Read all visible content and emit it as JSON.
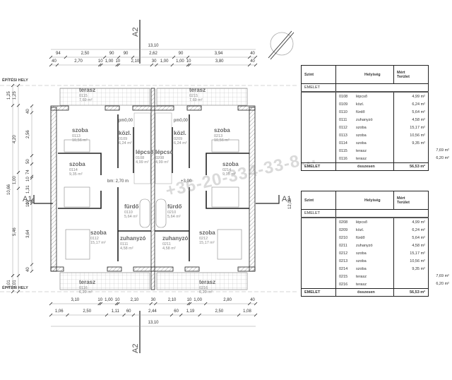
{
  "labels": {
    "building_line": "ÉPÍTÉSI HELY",
    "section_a2": "A2",
    "section_a1": "A1",
    "watermark": "+36-20-334-33-8...",
    "bm": "bm: 2,70 m",
    "pm0": "pm0,00",
    "plus3": "+3,00",
    "left_total_h": "10,66",
    "right_total_h": "12,03"
  },
  "dims": {
    "top_total": "13,10",
    "top_row1": [
      "94",
      "2,50",
      "90",
      "90",
      "2,62",
      "90",
      "3,94",
      "40"
    ],
    "top_row2": [
      "40",
      "2,70",
      "10",
      "1,00",
      "10",
      "2,10",
      "30",
      "1,00",
      "1,00",
      "10",
      "3,80",
      "40"
    ],
    "bottom_row1": [
      "3,10",
      "10",
      "1,00",
      "10",
      "2,10",
      "30",
      "2,10",
      "10",
      "1,00",
      "2,80",
      "40"
    ],
    "bottom_row2": [
      "1,06",
      "2,50",
      "1,11",
      "60",
      "2,44",
      "60",
      "1,19",
      "2,50",
      "1,08"
    ],
    "bottom_total": "13,10",
    "left_outer": [
      "1,25",
      "10,66",
      "1,01"
    ],
    "left_mid": [
      "1,25",
      "4,20",
      "1,00",
      "5,46",
      "1,01"
    ],
    "left_inner": [
      "40",
      "2,56",
      "50",
      "74",
      "10",
      "1,31",
      "10",
      "10",
      "3,64",
      "40"
    ]
  },
  "rooms": [
    {
      "name": "terasz",
      "code": "0115",
      "area": "7,69 m²"
    },
    {
      "name": "szoba",
      "code": "0113",
      "area": "10,56 m²"
    },
    {
      "name": "közl.",
      "code": "0109",
      "area": "6,24 m²"
    },
    {
      "name": "lépcső",
      "code": "0108",
      "area": "4,99 m²"
    },
    {
      "name": "szoba",
      "code": "0114",
      "area": "9,35 m²"
    },
    {
      "name": "fürdő",
      "code": "0110",
      "area": "5,64 m²"
    },
    {
      "name": "szoba",
      "code": "0112",
      "area": "15,17 m²"
    },
    {
      "name": "zuhanyzó",
      "code": "0111",
      "area": "4,58 m²"
    },
    {
      "name": "terasz",
      "code": "0116",
      "area": "6,20 m²"
    },
    {
      "name": "terasz",
      "code": "0215",
      "area": "7,69 m²"
    },
    {
      "name": "szoba",
      "code": "0213",
      "area": "10,56 m²"
    },
    {
      "name": "közl.",
      "code": "0209",
      "area": "6,24 m²"
    },
    {
      "name": "lépcső",
      "code": "0208",
      "area": "4,99 m²"
    },
    {
      "name": "szoba",
      "code": "0214",
      "area": "9,35 m²"
    },
    {
      "name": "fürdő",
      "code": "0210",
      "area": "5,64 m²"
    },
    {
      "name": "szoba",
      "code": "0212",
      "area": "15,17 m²"
    },
    {
      "name": "zuhanyzó",
      "code": "0211",
      "area": "4,58 m²"
    },
    {
      "name": "terasz",
      "code": "0216",
      "area": "6,20 m²"
    }
  ],
  "tables": [
    {
      "h_level": "Szint",
      "h_room": "Helyiség",
      "h_area1": "Mért",
      "h_area2": "Terület",
      "level": "EMELET",
      "rows": [
        {
          "code": "0108",
          "name": "lépcső",
          "area": "4,99 m²",
          "ext": ""
        },
        {
          "code": "0109",
          "name": "közl.",
          "area": "6,24 m²",
          "ext": ""
        },
        {
          "code": "0110",
          "name": "fürdő",
          "area": "5,64 m²",
          "ext": ""
        },
        {
          "code": "0111",
          "name": "zuhanyzó",
          "area": "4,58 m²",
          "ext": ""
        },
        {
          "code": "0112",
          "name": "szoba",
          "area": "15,17 m²",
          "ext": ""
        },
        {
          "code": "0113",
          "name": "szoba",
          "area": "10,56 m²",
          "ext": ""
        },
        {
          "code": "0114",
          "name": "szoba",
          "area": "9,35 m²",
          "ext": ""
        },
        {
          "code": "0115",
          "name": "terasz",
          "area": "",
          "ext": "7,69 m²"
        },
        {
          "code": "0116",
          "name": "terasz",
          "area": "",
          "ext": "6,20 m²"
        }
      ],
      "total_level": "EMELET",
      "total_label": "összesen",
      "total": "56,53 m²"
    },
    {
      "h_level": "Szint",
      "h_room": "Helyiség",
      "h_area1": "Mért",
      "h_area2": "Terület",
      "level": "EMELET",
      "rows": [
        {
          "code": "0208",
          "name": "lépcső",
          "area": "4,99 m²",
          "ext": ""
        },
        {
          "code": "0209",
          "name": "közl.",
          "area": "6,24 m²",
          "ext": ""
        },
        {
          "code": "0210",
          "name": "fürdő",
          "area": "5,64 m²",
          "ext": ""
        },
        {
          "code": "0211",
          "name": "zuhanyzó",
          "area": "4,58 m²",
          "ext": ""
        },
        {
          "code": "0212",
          "name": "szoba",
          "area": "15,17 m²",
          "ext": ""
        },
        {
          "code": "0213",
          "name": "szoba",
          "area": "10,56 m²",
          "ext": ""
        },
        {
          "code": "0214",
          "name": "szoba",
          "area": "9,35 m²",
          "ext": ""
        },
        {
          "code": "0215",
          "name": "terasz",
          "area": "",
          "ext": "7,69 m²"
        },
        {
          "code": "0216",
          "name": "terasz",
          "area": "",
          "ext": "6,20 m²"
        }
      ],
      "total_level": "EMELET",
      "total_label": "összesen",
      "total": "56,53 m²"
    }
  ]
}
